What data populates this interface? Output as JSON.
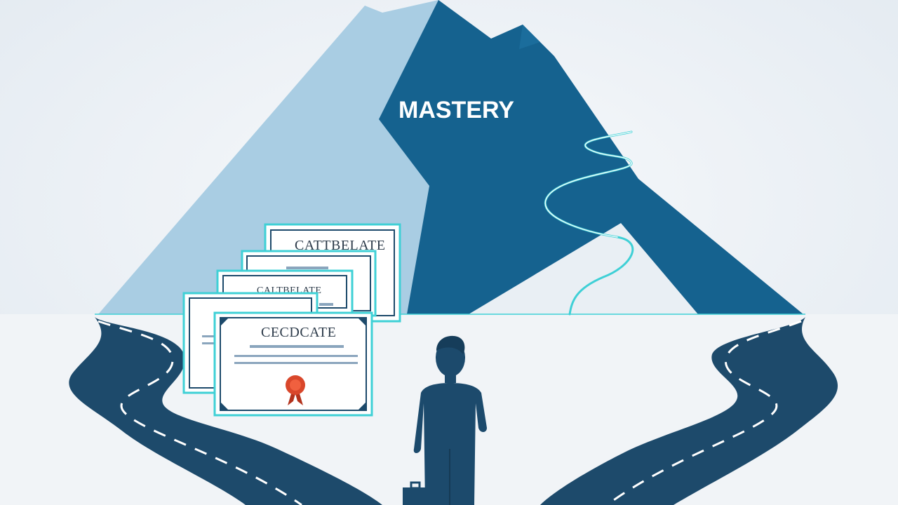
{
  "mountain": {
    "label": "MASTERY"
  },
  "certificates": {
    "back_title": "CATTBELATE",
    "second_title": "",
    "third_title": "CALTBELATE",
    "front_title": "CECDCATE"
  },
  "colors": {
    "background": "#eef2f6",
    "mountain_light": "#a9cde3",
    "mountain_dark": "#15628f",
    "road": "#1d4a6b",
    "accent_teal": "#3fd0d6",
    "figure": "#1c4a6c",
    "seal": "#d9472b"
  },
  "icons": [
    "mountain-icon",
    "road-icon",
    "certificate-icon",
    "person-icon",
    "briefcase-icon",
    "seal-icon"
  ]
}
